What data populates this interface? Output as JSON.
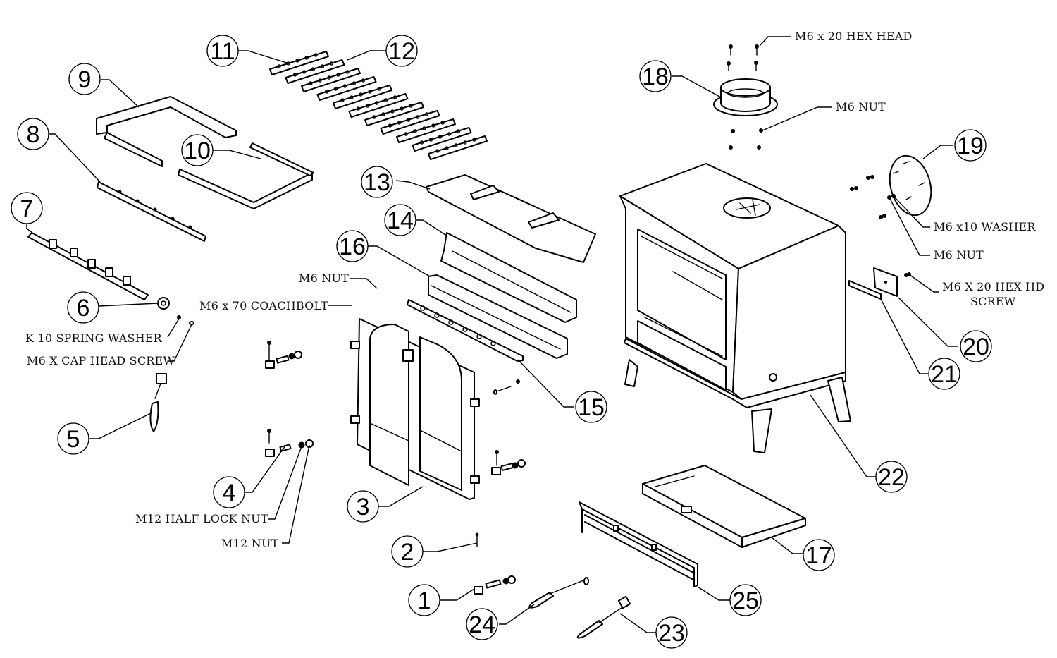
{
  "title": "Stove exploded parts diagram",
  "callouts": [
    {
      "number": "1"
    },
    {
      "number": "2"
    },
    {
      "number": "3"
    },
    {
      "number": "4"
    },
    {
      "number": "5"
    },
    {
      "number": "6"
    },
    {
      "number": "7"
    },
    {
      "number": "8"
    },
    {
      "number": "9"
    },
    {
      "number": "10"
    },
    {
      "number": "11"
    },
    {
      "number": "12"
    },
    {
      "number": "13"
    },
    {
      "number": "14"
    },
    {
      "number": "15"
    },
    {
      "number": "16"
    },
    {
      "number": "17"
    },
    {
      "number": "18"
    },
    {
      "number": "19"
    },
    {
      "number": "20"
    },
    {
      "number": "21"
    },
    {
      "number": "22"
    },
    {
      "number": "23"
    },
    {
      "number": "24"
    },
    {
      "number": "25"
    }
  ],
  "hardware_labels": {
    "flue_screw": "M6 x 20 HEX HEAD",
    "flue_nut": "M6 NUT",
    "plate_washer": "M6 x10 WASHER",
    "plate_nut": "M6 NUT",
    "bracket_screw_line1": "M6 X 20 HEX HD",
    "bracket_screw_line2": "SCREW",
    "coachbolt_nut": "M6 NUT",
    "coachbolt": "M6 x 70 COACHBOLT",
    "spring_washer": "K 10 SPRING WASHER",
    "cap_head_screw": "M6 X CAP HEAD SCREW",
    "half_lock_nut": "M12 HALF LOCK NUT",
    "m12_nut": "M12  NUT"
  }
}
